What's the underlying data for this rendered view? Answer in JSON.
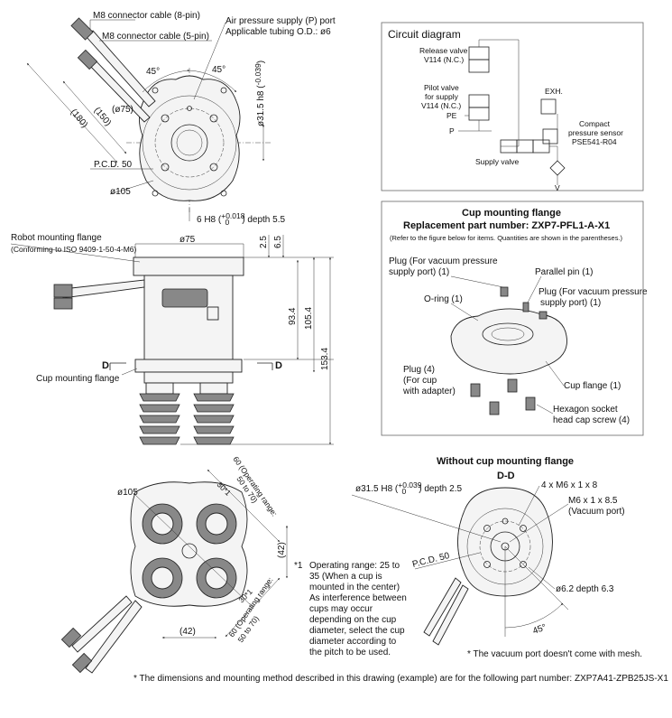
{
  "top_view": {
    "cable_8pin": "M8 connector cable (8-pin)",
    "cable_5pin": "M8 connector cable (5-pin)",
    "air_supply": "Air pressure supply (P) port",
    "tubing": "Applicable tubing O.D.: ø6",
    "angle_a": "45°",
    "angle_b": "45°",
    "d75": "(ø75)",
    "d180": "(180)",
    "d150": "(150)",
    "pcd": "P.C.D. 50",
    "d105": "ø105",
    "h8": "ø31.5 h8 (",
    "h8_tol_up": "0",
    "h8_tol_dn": "-0.039",
    "h8_close": ")",
    "pin_hole": "6 H8 (",
    "pin_tol_up": "+0.018",
    "pin_tol_dn": "0",
    "pin_depth": ") depth 5.5"
  },
  "side_view": {
    "robot_flange": "Robot mounting flange",
    "iso": "(Conforming to ISO 9409-1-50-4-M6)",
    "d75": "ø75",
    "dim_25": "2.5",
    "dim_65": "6.5",
    "dim_934": "93.4",
    "dim_1054": "105.4",
    "dim_1534": "153.4",
    "sec_d1": "D",
    "sec_d2": "D",
    "cup_flange": "Cup mounting flange"
  },
  "circuit": {
    "title": "Circuit diagram",
    "release1": "Release valve",
    "release2": "V114 (N.C.)",
    "pilot1": "Pilot valve",
    "pilot2": "for supply",
    "pilot3": "V114 (N.C.)",
    "pe": "PE",
    "p": "P",
    "supply": "Supply valve",
    "exh": "EXH.",
    "sensor1": "Compact",
    "sensor2": "pressure sensor",
    "sensor3": "PSE541-R04",
    "v": "V"
  },
  "flange_box": {
    "title1": "Cup mounting flange",
    "title2": "Replacement part number: ZXP7-PFL1-A-X1",
    "note": "(Refer to the figure below for items. Quantities are shown in the parentheses.)",
    "plug_vac1": "Plug (For vacuum pressure",
    "plug_vac2": "supply port) (1)",
    "parallel": "Parallel pin (1)",
    "plug_vac3": "Plug (For vacuum pressure",
    "plug_vac4": "supply port) (1)",
    "oring": "O-ring (1)",
    "plug4a": "Plug (4)",
    "plug4b": "(For cup",
    "plug4c": "with adapter)",
    "cupflange": "Cup flange (1)",
    "hex1": "Hexagon socket",
    "hex2": "head cap screw (4)"
  },
  "bottom_view": {
    "d105": "ø105",
    "op1": "60 (Operating range:",
    "op1b": "50 to 70)",
    "d30a": "30*1",
    "d42a": "(42)",
    "d30b": "30*1",
    "op2": "60 (Operating range:",
    "op2b": "50 to 70)",
    "d42b": "(42)"
  },
  "footnote1": {
    "mark": "*1",
    "lines": [
      "Operating range: 25 to",
      "35 (When a cup is",
      "mounted in the center)",
      "As interference between",
      "cups may occur",
      "depending on the cup",
      "diameter, select the cup",
      "diameter according to",
      "the pitch to be used."
    ]
  },
  "dd_view": {
    "title": "Without cup mounting flange",
    "sec": "D-D",
    "h8": "ø31.5 H8 (",
    "h8_up": "+0.039",
    "h8_dn": "0",
    "h8_depth": ") depth 2.5",
    "m6a": "4 x M6 x 1 x 8",
    "m6b": "M6 x 1 x 8.5",
    "m6c": "(Vacuum port)",
    "pcd": "P.C.D. 50",
    "d62": "ø6.2 depth 6.3",
    "angle": "45°",
    "note": "*  The vacuum port doesn't come with mesh."
  },
  "bottom_note": "*  The dimensions and mounting method described in this drawing (example) are for the following part number: ZXP7A41-ZPB25JS-X1"
}
